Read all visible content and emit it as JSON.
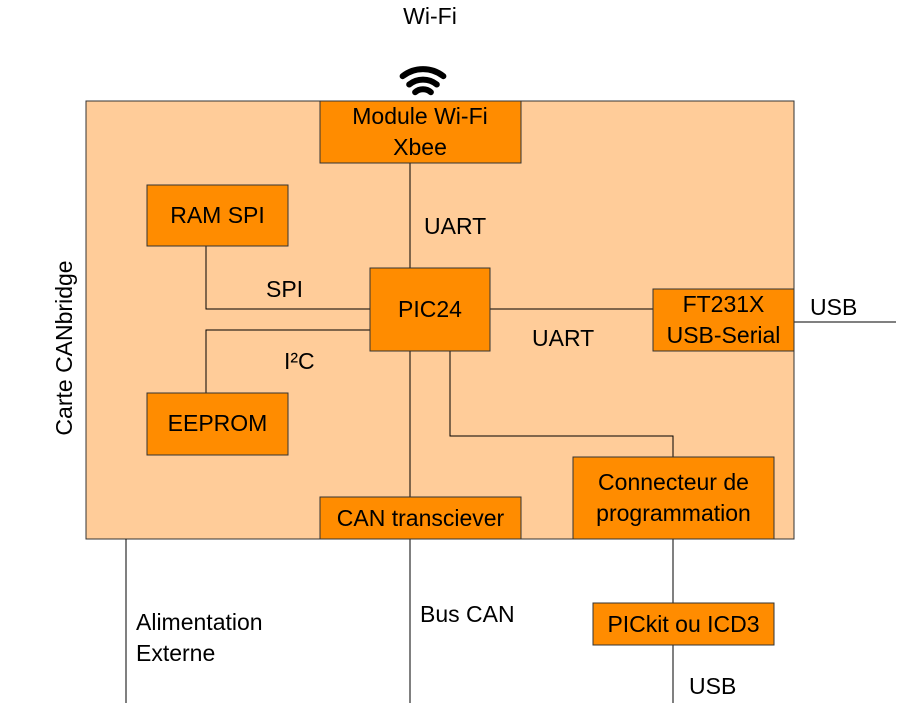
{
  "colors": {
    "board_fill": "#ffcc99",
    "block_fill": "#ff8c00",
    "stroke": "#333333",
    "line": "#000000",
    "text": "#000000"
  },
  "board": {
    "label": "Carte CANbridge"
  },
  "wifi": {
    "label": "Wi-Fi",
    "icon": "wifi-icon"
  },
  "blocks": {
    "wifi_module": [
      "Module Wi-Fi",
      "Xbee"
    ],
    "ram_spi": "RAM SPI",
    "pic24": "PIC24",
    "ft231x": [
      "FT231X",
      "USB-Serial"
    ],
    "eeprom": "EEPROM",
    "can_transceiver": "CAN transciever",
    "prog_connector": [
      "Connecteur de",
      "programmation"
    ],
    "pickit": "PICkit ou ICD3"
  },
  "links": {
    "uart_wifi": "UART",
    "spi": "SPI",
    "i2c": "I²C",
    "uart_usb": "UART"
  },
  "external": {
    "usb_right": "USB",
    "power": [
      "Alimentation",
      "Externe"
    ],
    "bus_can": "Bus CAN",
    "usb_bottom": "USB"
  }
}
